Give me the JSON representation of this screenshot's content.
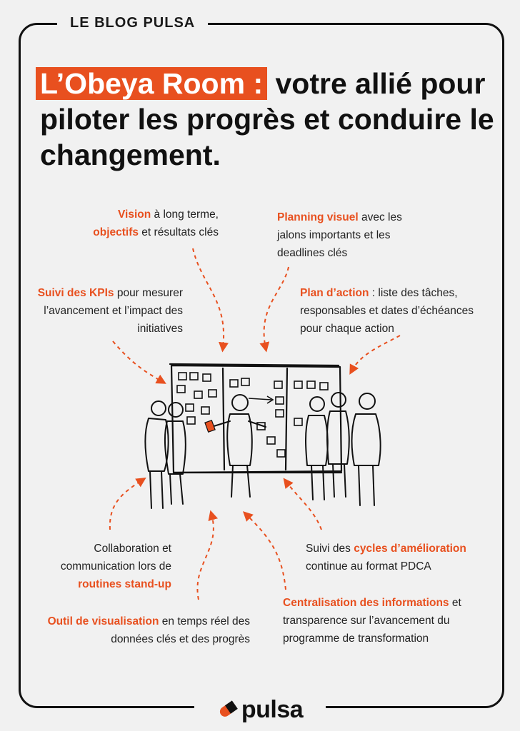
{
  "blog_label": "LE BLOG PULSA",
  "title": {
    "highlight": "L’Obeya Room :",
    "rest": " votre allié pour piloter les progrès et conduire le changement."
  },
  "notes": {
    "vision": {
      "h1": "Vision",
      "t1": " à long terme,",
      "h2": "objectifs",
      "t2": " et résultats clés"
    },
    "planning": {
      "h1": "Planning visuel",
      "t1": " avec les jalons importants et les deadlines clés"
    },
    "kpis": {
      "h1": "Suivi des KPIs",
      "t1": " pour mesurer l’avancement et l’impact des initiatives"
    },
    "action": {
      "h1": "Plan d’action",
      "t1": " : liste des tâches, responsables et dates d’échéances pour chaque action"
    },
    "collab": {
      "t1": "Collaboration et communication lors de ",
      "h1": "routines stand-up"
    },
    "cycles": {
      "t1": "Suivi des ",
      "h1": "cycles d’amélioration",
      "t2": " continue au format PDCA"
    },
    "outil": {
      "h1": "Outil de visualisation",
      "t1": " en temps réel des données clés et des progrès"
    },
    "central": {
      "h1": "Centralisation des informations",
      "t1": " et transparence sur l’avancement du programme de transformation"
    }
  },
  "logo_text": "pulsa",
  "colors": {
    "accent": "#e8501f",
    "ink": "#111111",
    "background": "#f1f1f1"
  }
}
